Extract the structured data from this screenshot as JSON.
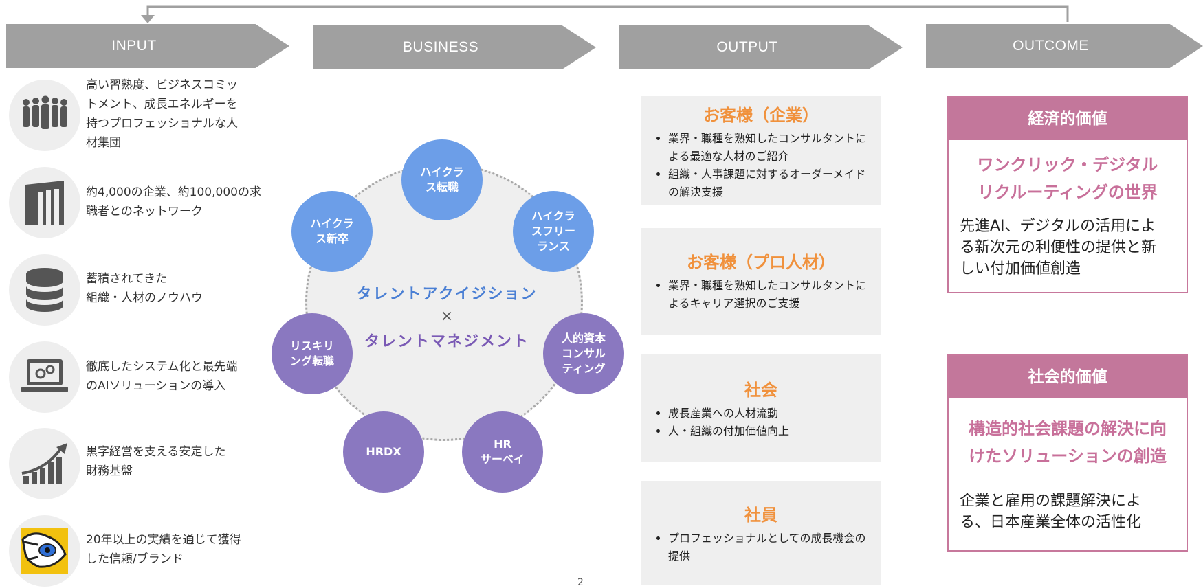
{
  "headers": {
    "input": "INPUT",
    "business": "BUSINESS",
    "output": "OUTPUT",
    "outcome": "OUTCOME"
  },
  "input_items": [
    {
      "icon": "people-group-icon",
      "text": "高い習熟度、ビジネスコミッ\nトメント、成長エネルギーを\n持つプロフェッショナルな人\n材集団"
    },
    {
      "icon": "building-icon",
      "text": "約4,000の企業、約100,000の求\n職者とのネットワーク"
    },
    {
      "icon": "database-icon",
      "text": "蓄積されてきた\n組織・人材のノウハウ"
    },
    {
      "icon": "laptop-gears-icon",
      "text": "徹底したシステム化と最先端\nのAIソリューションの導入"
    },
    {
      "icon": "growth-chart-icon",
      "text": "黒字経営を支える安定した\n財務基盤"
    },
    {
      "icon": "tiger-logo-icon",
      "text": "20年以上の実績を通じて獲得\nした信頼/ブランド"
    }
  ],
  "business": {
    "center_line1": "タレントアクイジション",
    "center_times": "×",
    "center_line2": "タレントマネジメント",
    "nodes": [
      "ハイクラ\nス転職",
      "ハイクラ\nスフリー\nランス",
      "人的資本\nコンサル\nティング",
      "HR\nサーベイ",
      "HRDX",
      "リスキリ\nング転職",
      "ハイクラ\nス新卒"
    ]
  },
  "output_boxes": [
    {
      "title": "お客様（企業）",
      "bullets": [
        "業界・職種を熟知したコンサルタントによる最適な人材のご紹介",
        "組織・人事課題に対するオーダーメイドの解決支援"
      ]
    },
    {
      "title": "お客様（プロ人材）",
      "bullets": [
        "業界・職種を熟知したコンサルタントによるキャリア選択のご支援"
      ]
    },
    {
      "title": "社会",
      "bullets": [
        "成長産業への人材流動",
        "人・組織の付加価値向上"
      ]
    },
    {
      "title": "社員",
      "bullets": [
        "プロフェッショナルとしての成長機会の提供"
      ]
    }
  ],
  "outcome_boxes": [
    {
      "header": "経済的価値",
      "subtitle": "ワンクリック・デジタル\nリクルーティングの世界",
      "description": "先進AI、デジタルの活用によ\nる新次元の利便性の提供と新\nしい付加価値創造"
    },
    {
      "header": "社会的価値",
      "subtitle": "構造的社会課題の解決に向\nけたソリューションの創造",
      "description": "企業と雇用の課題解決によ\nる、日本産業全体の活性化"
    }
  ],
  "page_number": "2",
  "colors": {
    "arrow_gray": "#a0a0a0",
    "blue_node": "#6c9ee8",
    "purple_node": "#8a78c0",
    "output_title_orange": "#f0913c",
    "outcome_pink": "#c3779b",
    "acquisition_text": "#4a7fd4",
    "management_text": "#7a5ab5"
  }
}
